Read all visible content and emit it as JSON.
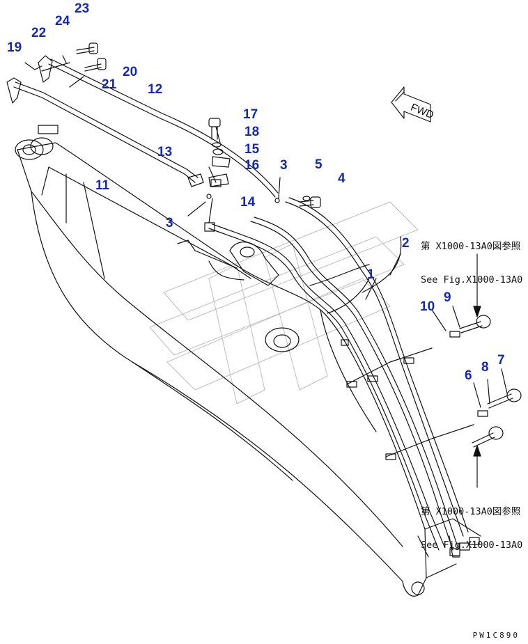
{
  "direction_marker": {
    "text": "FWD"
  },
  "references": [
    {
      "line1": "第 X1000-13A0図参照",
      "line2": "See Fig.X1000-13A0"
    },
    {
      "line1": "第 X1000-13A0図参照",
      "line2": "See Fig.X1000-13A0"
    }
  ],
  "drawing_code": "PW1C890",
  "callouts": [
    "1",
    "2",
    "3",
    "3",
    "4",
    "5",
    "6",
    "7",
    "8",
    "9",
    "10",
    "11",
    "12",
    "13",
    "14",
    "15",
    "16",
    "17",
    "18",
    "19",
    "20",
    "21",
    "22",
    "23",
    "24"
  ]
}
